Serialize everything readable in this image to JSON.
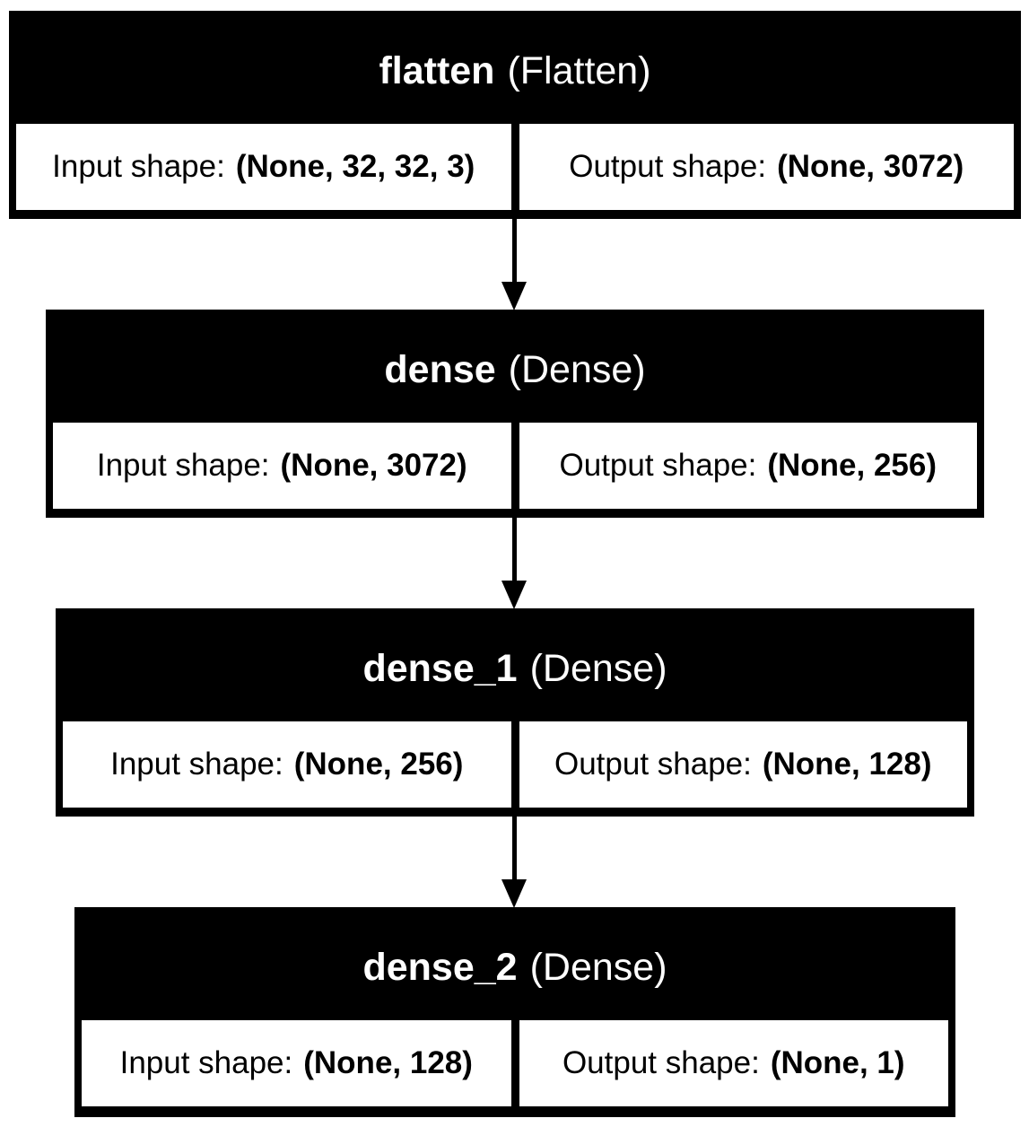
{
  "diagram": {
    "layers": [
      {
        "name": "flatten",
        "type": "(Flatten)",
        "input_label": "Input shape:",
        "input_shape": "(None, 32, 32, 3)",
        "output_label": "Output shape:",
        "output_shape": "(None, 3072)"
      },
      {
        "name": "dense",
        "type": "(Dense)",
        "input_label": "Input shape:",
        "input_shape": "(None, 3072)",
        "output_label": "Output shape:",
        "output_shape": "(None, 256)"
      },
      {
        "name": "dense_1",
        "type": "(Dense)",
        "input_label": "Input shape:",
        "input_shape": "(None, 256)",
        "output_label": "Output shape:",
        "output_shape": "(None, 128)"
      },
      {
        "name": "dense_2",
        "type": "(Dense)",
        "input_label": "Input shape:",
        "input_shape": "(None, 128)",
        "output_label": "Output shape:",
        "output_shape": "(None, 1)"
      }
    ],
    "colors": {
      "header_background": "#000000",
      "header_text": "#ffffff",
      "cell_background": "#ffffff",
      "cell_text": "#000000",
      "arrow": "#000000"
    }
  }
}
